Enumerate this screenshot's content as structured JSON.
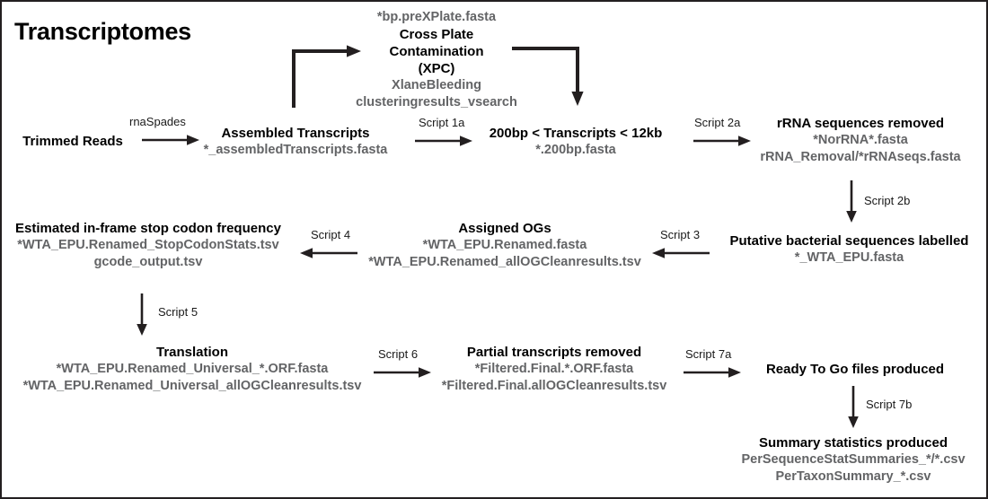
{
  "page": {
    "title": "Transcriptomes",
    "border_color": "#231f20",
    "background": "#ffffff",
    "title_color": "#000000",
    "node_title_color": "#000000",
    "node_file_color": "#636466"
  },
  "nodes": {
    "trimmed_reads": {
      "title": "Trimmed Reads",
      "files": []
    },
    "assembled_transcripts": {
      "title": "Assembled Transcripts",
      "files": [
        "*_assembledTranscripts.fasta"
      ]
    },
    "cross_plate_contamination": {
      "pre_file": "*bp.preXPlate.fasta",
      "title_line1": "Cross Plate",
      "title_line2": "Contamination",
      "title_line3": "(XPC)",
      "files": [
        "XlaneBleeding",
        "clusteringresults_vsearch"
      ]
    },
    "transcript_size_filter": {
      "title": "200bp < Transcripts < 12kb",
      "files": [
        "*.200bp.fasta"
      ]
    },
    "rrna_removed": {
      "title": "rRNA sequences removed",
      "files": [
        "*NorRNA*.fasta",
        "rRNA_Removal/*rRNAseqs.fasta"
      ]
    },
    "bacterial_labelled": {
      "title": "Putative bacterial sequences labelled",
      "files": [
        "*_WTA_EPU.fasta"
      ]
    },
    "assigned_ogs": {
      "title": "Assigned OGs",
      "files": [
        "*WTA_EPU.Renamed.fasta",
        "*WTA_EPU.Renamed_allOGCleanresults.tsv"
      ]
    },
    "stop_codon_frequency": {
      "title": "Estimated in-frame stop codon frequency",
      "files": [
        "*WTA_EPU.Renamed_StopCodonStats.tsv",
        "gcode_output.tsv"
      ]
    },
    "translation": {
      "title": "Translation",
      "files": [
        "*WTA_EPU.Renamed_Universal_*.ORF.fasta",
        "*WTA_EPU.Renamed_Universal_allOGCleanresults.tsv"
      ]
    },
    "partial_removed": {
      "title": "Partial transcripts removed",
      "files": [
        "*Filtered.Final.*.ORF.fasta",
        "*Filtered.Final.allOGCleanresults.tsv"
      ]
    },
    "ready_to_go": {
      "title": "Ready To Go files produced",
      "files": []
    },
    "summary_statistics": {
      "title": "Summary statistics produced",
      "files": [
        "PerSequenceStatSummaries_*/*.csv",
        "PerTaxonSummary_*.csv"
      ]
    }
  },
  "edges": {
    "rnaspades": "rnaSpades",
    "script_1a": "Script 1a",
    "script_2a": "Script 2a",
    "script_2b": "Script 2b",
    "script_3": "Script 3",
    "script_4": "Script 4",
    "script_5": "Script 5",
    "script_6": "Script 6",
    "script_7a": "Script 7a",
    "script_7b": "Script 7b"
  }
}
